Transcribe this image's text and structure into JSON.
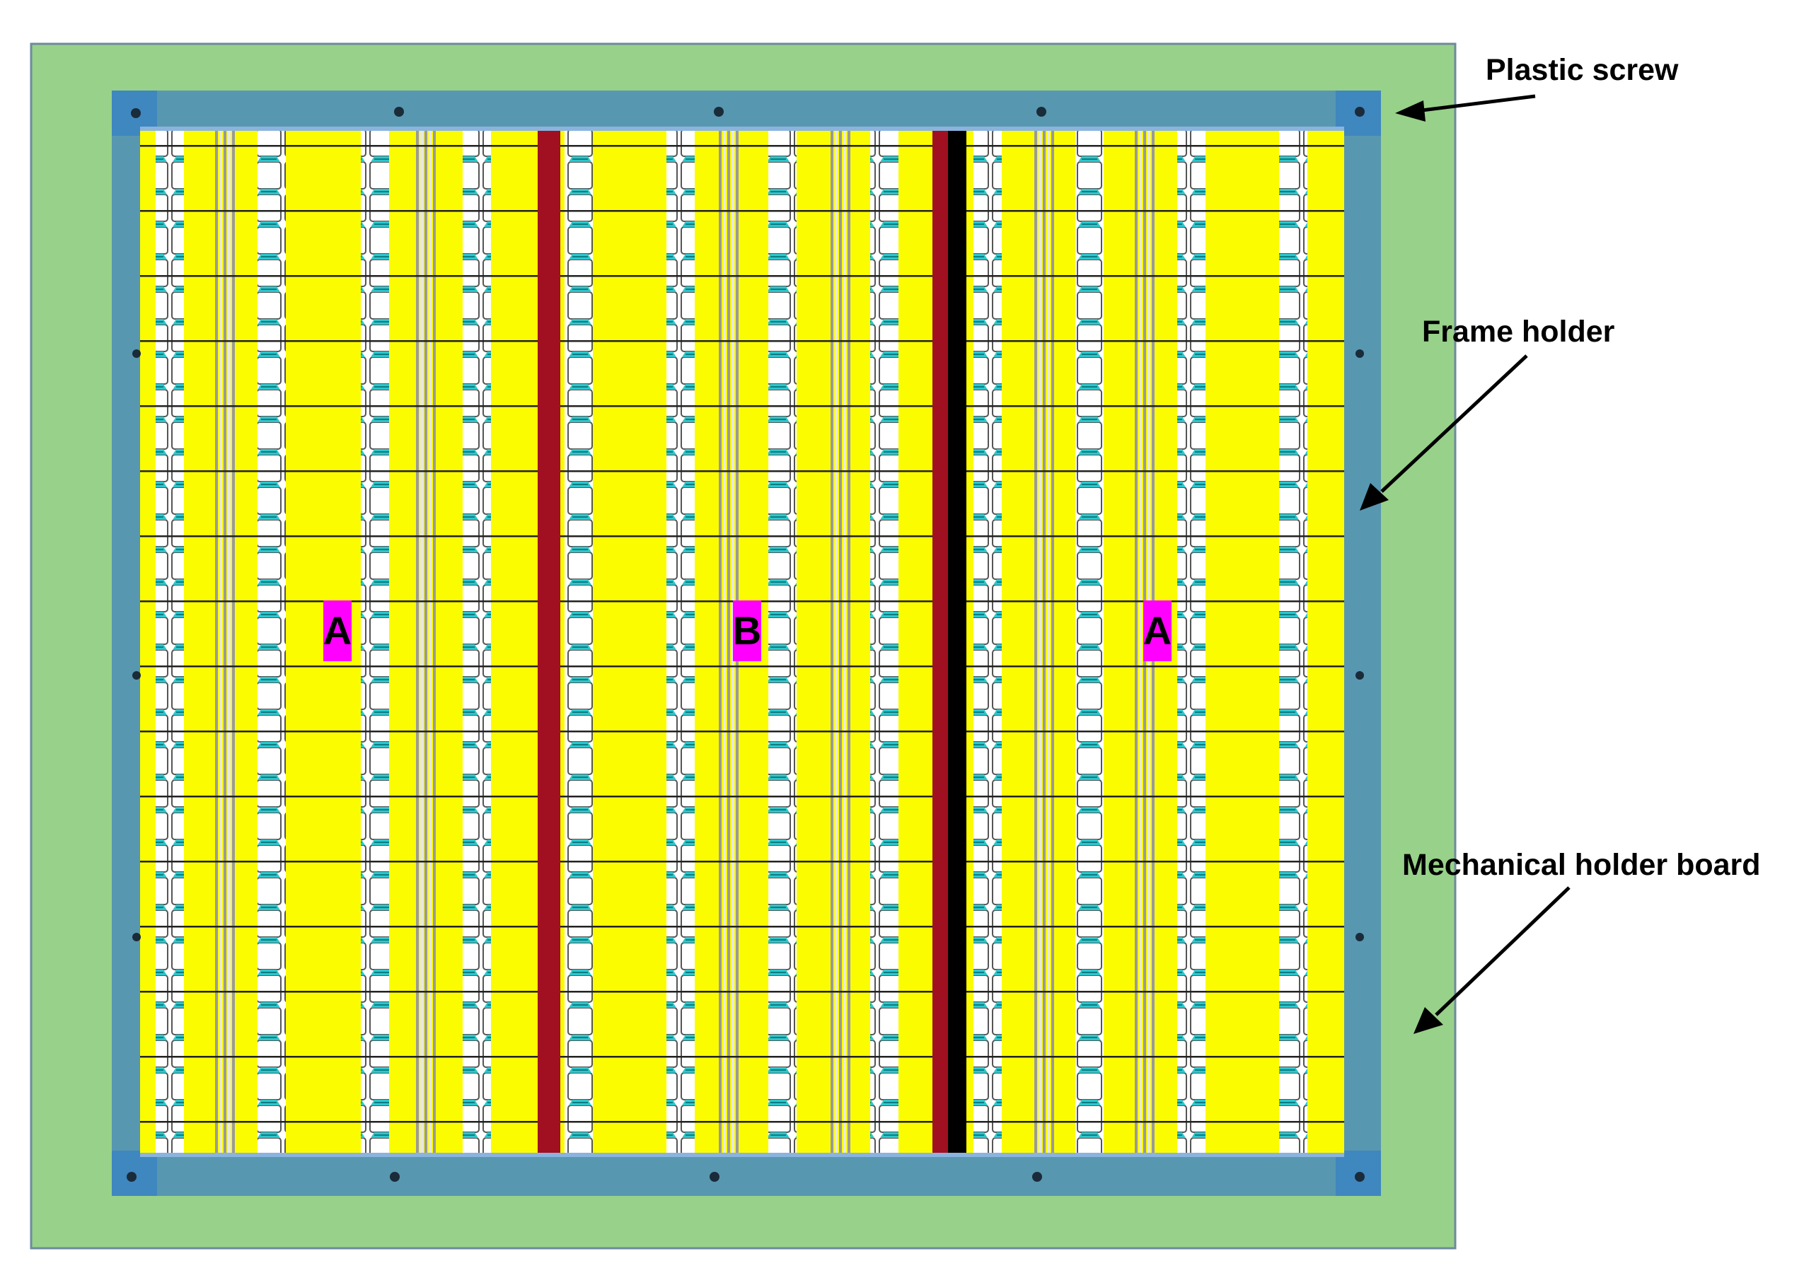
{
  "labels": {
    "plastic_screw": "Plastic screw",
    "frame_holder": "Frame holder",
    "mechanical_holder_board": "Mechanical holder board"
  },
  "regions": [
    {
      "id": "left",
      "label": "A"
    },
    {
      "id": "middle",
      "label": "B"
    },
    {
      "id": "right",
      "label": "A"
    }
  ],
  "colors": {
    "board_green": "#98d189",
    "frame_blue": "#5897b0",
    "frame_corner": "#3f87bf",
    "detector_yellow": "#fcfc00",
    "cell_white": "#ffffff",
    "cell_cyan": "#2ec6cc",
    "grid_line": "#333333",
    "separator_red": "#a01020",
    "separator_black": "#000000",
    "region_tag": "#ff00ff",
    "screw": "#1a2b3a"
  }
}
